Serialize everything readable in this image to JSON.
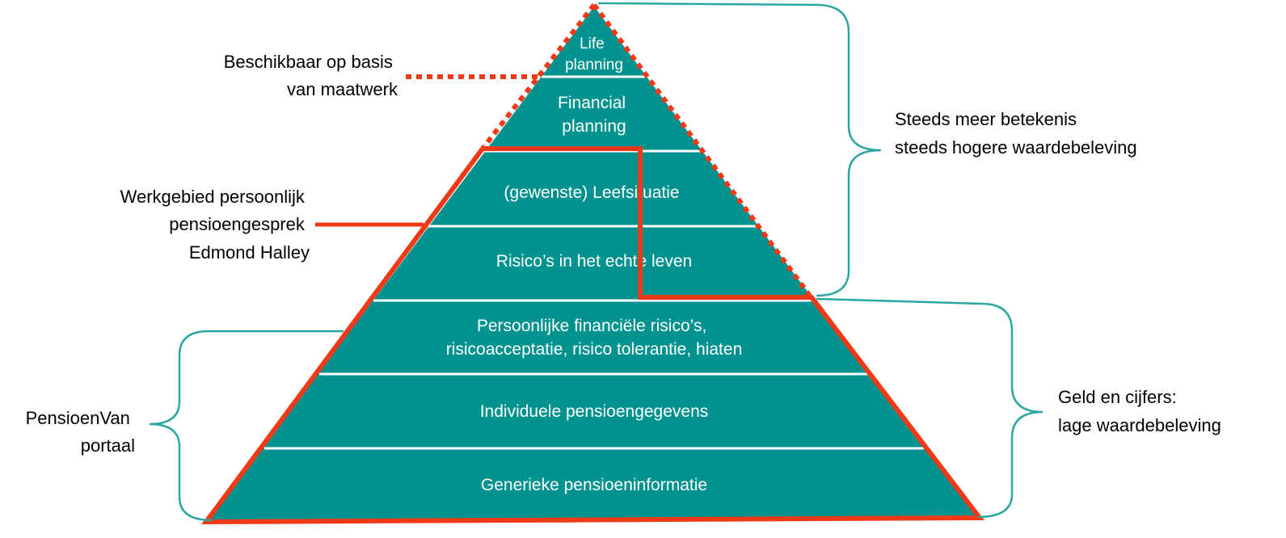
{
  "colors": {
    "pyramid_fill": "#00928F",
    "divider": "#ffffff",
    "highlight": "#F03A17",
    "brace": "#2BA6A0",
    "text_dark": "#000000",
    "text_light": "#ffffff"
  },
  "pyramid": {
    "tiers": [
      {
        "lines": [
          "Life",
          "planning"
        ]
      },
      {
        "lines": [
          "Financial",
          "planning"
        ]
      },
      {
        "lines": [
          "(gewenste) Leefsituatie"
        ]
      },
      {
        "lines": [
          "Risico’s in het echte leven"
        ]
      },
      {
        "lines": [
          "Persoonlijke financiële risico’s,",
          "risicoacceptatie, risico tolerantie, hiaten"
        ]
      },
      {
        "lines": [
          "Individuele pensioengegevens"
        ]
      },
      {
        "lines": [
          "Generieke pensioeninformatie"
        ]
      }
    ]
  },
  "annotations": {
    "custom": [
      "Beschikbaar op basis",
      "van maatwerk"
    ],
    "conversation": [
      "Werkgebied persoonlijk",
      "pensioengesprek",
      "Edmond Halley"
    ],
    "portal": [
      "PensioenVan",
      "portaal"
    ],
    "meaning": [
      "Steeds meer betekenis",
      "steeds hogere waardebeleving"
    ],
    "money": [
      "Geld en cijfers:",
      "lage waardebeleving"
    ]
  }
}
